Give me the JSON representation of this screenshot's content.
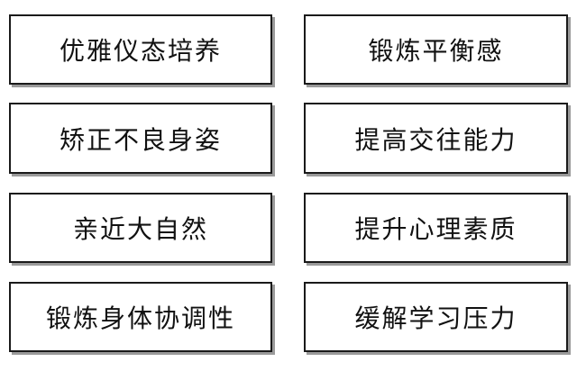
{
  "boxes": {
    "left": [
      "优雅仪态培养",
      "矫正不良身姿",
      "亲近大自然",
      "锻炼身体协调性"
    ],
    "right": [
      "锻炼平衡感",
      "提高交往能力",
      "提升心理素质",
      "缓解学习压力"
    ]
  }
}
